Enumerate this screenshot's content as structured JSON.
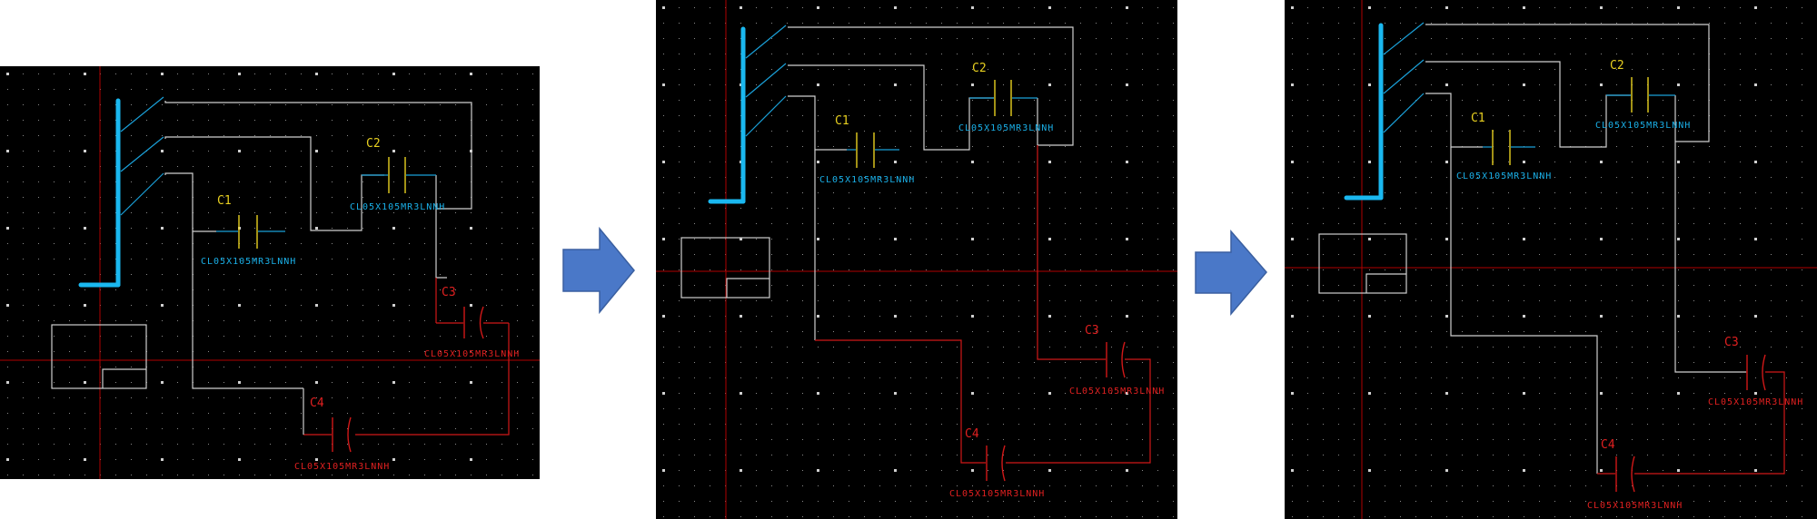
{
  "colors": {
    "background": "#000000",
    "grid_dot": "#8a8a8a",
    "cursor_line": "#b00000",
    "wire_white": "#cfcfcf",
    "wire_blue": "#1aa0d8",
    "bus": "#1ab8f0",
    "wire_red": "#d01818",
    "label_yellow": "#e8d020",
    "label_blue": "#1ab0e8",
    "label_red": "#e02020",
    "arrow_fill": "#4a78c8",
    "arrow_stroke": "#3a5fa0"
  },
  "panels": [
    {
      "components": {
        "c1": {
          "designator": "C1",
          "value": "CL05X105MR3LNNH"
        },
        "c2": {
          "designator": "C2",
          "value": "CL05X105MR3LNNH"
        },
        "c3": {
          "designator": "C3",
          "value": "CL05X105MR3LNNH"
        },
        "c4": {
          "designator": "C4",
          "value": "CL05X105MR3LNNH"
        }
      }
    },
    {
      "components": {
        "c1": {
          "designator": "C1",
          "value": "CL05X105MR3LNNH"
        },
        "c2": {
          "designator": "C2",
          "value": "CL05X105MR3LNNH"
        },
        "c3": {
          "designator": "C3",
          "value": "CL05X105MR3LNNH"
        },
        "c4": {
          "designator": "C4",
          "value": "CL05X105MR3LNNH"
        }
      }
    },
    {
      "components": {
        "c1": {
          "designator": "C1",
          "value": "CL05X105MR3LNNH"
        },
        "c2": {
          "designator": "C2",
          "value": "CL05X105MR3LNNH"
        },
        "c3": {
          "designator": "C3",
          "value": "CL05X105MR3LNNH"
        },
        "c4": {
          "designator": "C4",
          "value": "CL05X105MR3LNNH"
        }
      }
    }
  ],
  "arrows": [
    {
      "direction": "right",
      "icon": "right-arrow-icon"
    },
    {
      "direction": "right",
      "icon": "right-arrow-icon"
    }
  ]
}
